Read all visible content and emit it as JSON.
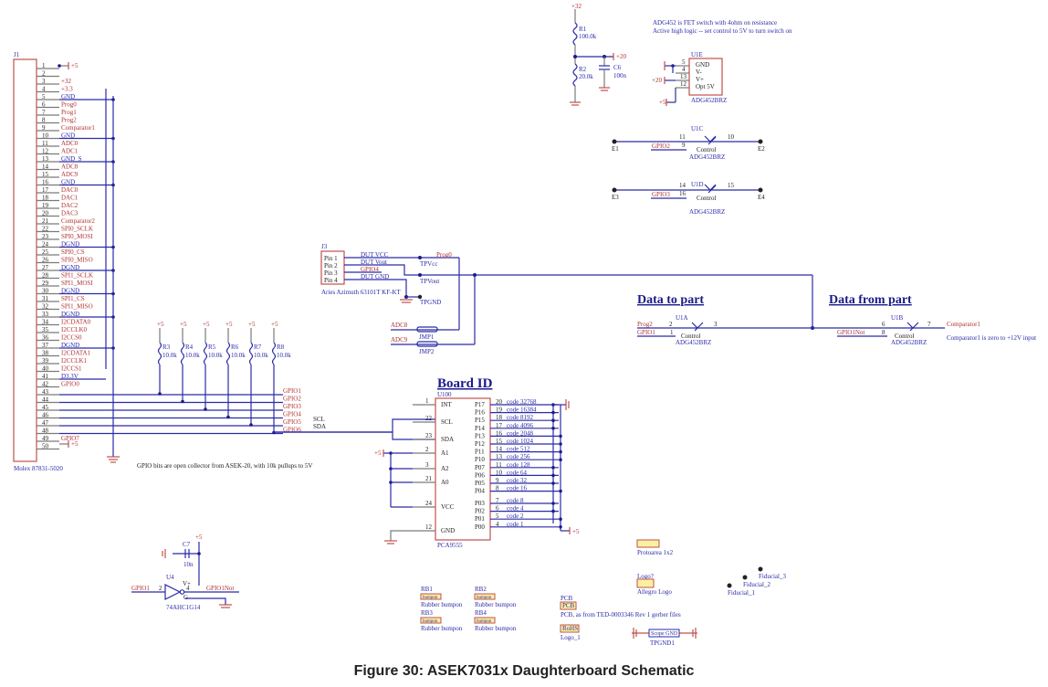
{
  "connector_j": {
    "ref": "J1",
    "part": "Molex 87831-5020",
    "pins": [
      {
        "n": "1",
        "net": ""
      },
      {
        "n": "2",
        "net": ""
      },
      {
        "n": "3",
        "net": "+32"
      },
      {
        "n": "4",
        "net": "+3.3"
      },
      {
        "n": "5",
        "net": "GND"
      },
      {
        "n": "6",
        "net": "Prog0"
      },
      {
        "n": "7",
        "net": "Prog1"
      },
      {
        "n": "8",
        "net": "Prog2"
      },
      {
        "n": "9",
        "net": "Comparator1"
      },
      {
        "n": "10",
        "net": "GND"
      },
      {
        "n": "11",
        "net": "ADC0"
      },
      {
        "n": "12",
        "net": "ADC1"
      },
      {
        "n": "13",
        "net": "GND_S"
      },
      {
        "n": "14",
        "net": "ADC8"
      },
      {
        "n": "15",
        "net": "ADC9"
      },
      {
        "n": "16",
        "net": "GND"
      },
      {
        "n": "17",
        "net": "DAC0"
      },
      {
        "n": "18",
        "net": "DAC1"
      },
      {
        "n": "19",
        "net": "DAC2"
      },
      {
        "n": "20",
        "net": "DAC3"
      },
      {
        "n": "21",
        "net": "Comparator2"
      },
      {
        "n": "22",
        "net": "SPI0_SCLK"
      },
      {
        "n": "23",
        "net": "SPI0_MOSI"
      },
      {
        "n": "24",
        "net": "DGND"
      },
      {
        "n": "25",
        "net": "SPI0_CS"
      },
      {
        "n": "26",
        "net": "SPI0_MISO"
      },
      {
        "n": "27",
        "net": "DGND"
      },
      {
        "n": "28",
        "net": "SPI1_SCLK"
      },
      {
        "n": "29",
        "net": "SPI1_MOSI"
      },
      {
        "n": "30",
        "net": "DGND"
      },
      {
        "n": "31",
        "net": "SPI1_CS"
      },
      {
        "n": "32",
        "net": "SPI1_MISO"
      },
      {
        "n": "33",
        "net": "DGND"
      },
      {
        "n": "34",
        "net": "I2CDATA0"
      },
      {
        "n": "35",
        "net": "I2CCLK0"
      },
      {
        "n": "36",
        "net": "I2CCS0"
      },
      {
        "n": "37",
        "net": "DGND"
      },
      {
        "n": "38",
        "net": "I2CDATA1"
      },
      {
        "n": "39",
        "net": "I2CCLK1"
      },
      {
        "n": "40",
        "net": "I2CCS1"
      },
      {
        "n": "41",
        "net": "D3.3V"
      },
      {
        "n": "42",
        "net": "GPIO0"
      },
      {
        "n": "43",
        "net": ""
      },
      {
        "n": "44",
        "net": ""
      },
      {
        "n": "45",
        "net": ""
      },
      {
        "n": "46",
        "net": ""
      },
      {
        "n": "47",
        "net": ""
      },
      {
        "n": "48",
        "net": ""
      },
      {
        "n": "49",
        "net": "GPIO7"
      },
      {
        "n": "50",
        "net": ""
      }
    ],
    "pin1_power": "+5",
    "pin50_power": "+5"
  },
  "divider": {
    "supply": "+32",
    "r1": {
      "ref": "R1",
      "value": "100.0k"
    },
    "r2": {
      "ref": "R2",
      "value": "20.0k"
    },
    "c6": {
      "ref": "C6",
      "value": "100n"
    },
    "net": "+20"
  },
  "note_adg": [
    "ADG452 is FET switch with 4ohm on resistance",
    "Active high logic -- set control to 5V to turn switch on"
  ],
  "u1e": {
    "ref": "U1E",
    "part": "ADG452BRZ",
    "pins": [
      "GND",
      "V-",
      "V+",
      "Opt 5V"
    ],
    "pin_nums": [
      "5",
      "4",
      "13",
      "12"
    ],
    "left_nets": [
      "",
      "+20",
      "+5"
    ]
  },
  "u1c": {
    "ref": "U1C",
    "part": "ADG452BRZ",
    "left": "E1",
    "right": "E2",
    "pin_a": "11",
    "pin_b": "10",
    "ctrl_pin": "9",
    "ctrl_net": "GPIO2",
    "ctrl_label": "Control"
  },
  "u1d": {
    "ref": "U1D",
    "part": "ADG452BRZ",
    "left": "E3",
    "right": "E4",
    "pin_a": "14",
    "pin_b": "15",
    "ctrl_pin": "16",
    "ctrl_net": "GPIO3",
    "ctrl_label": "Control"
  },
  "j3": {
    "ref": "J3",
    "part": "Aries Azimuth 63101T KF-KT",
    "pins": [
      "Pin 1",
      "Pin 2",
      "Pin 3",
      "Pin 4"
    ],
    "nets": [
      "DUT VCC",
      "DUT Vout",
      "GPIO4",
      "DUT GND"
    ],
    "tp": [
      "TPVcc",
      "TPVout",
      "TPGND"
    ],
    "prog": "Prog0",
    "adc": [
      "ADC8",
      "ADC9"
    ],
    "jumpers": [
      "JMP1",
      "JMP2"
    ]
  },
  "headings": {
    "data_to": "Data to part",
    "data_from": "Data from part",
    "board_id": "Board ID"
  },
  "u1a": {
    "ref": "U1A",
    "part": "ADG452BRZ",
    "in": "Prog2",
    "ctrl_net": "GPIO1",
    "pin_in": "2",
    "pin_ctrl": "1",
    "pin_out": "3",
    "ctrl_label": "Control"
  },
  "u1b": {
    "ref": "U1B",
    "part": "ADG452BRZ",
    "out": "Comparator1",
    "ctrl_net": "GPIO1Not",
    "pin_in": "6",
    "pin_ctrl": "8",
    "pin_out": "7",
    "ctrl_label": "Control",
    "note": "Comparator1 is zero to +12V input"
  },
  "pullups": {
    "supply": "+5",
    "resistors": [
      {
        "ref": "R3",
        "value": "10.0k"
      },
      {
        "ref": "R4",
        "value": "10.0k"
      },
      {
        "ref": "R5",
        "value": "10.0k"
      },
      {
        "ref": "R6",
        "value": "10.0k"
      },
      {
        "ref": "R7",
        "value": "10.0k"
      },
      {
        "ref": "R8",
        "value": "10.0k"
      }
    ],
    "gpio": [
      "GPIO1",
      "GPIO2",
      "GPIO3",
      "GPIO4",
      "GPIO5",
      "GPIO6"
    ],
    "i2c": [
      "SCL",
      "SDA"
    ],
    "note": "GPIO bits are open collector from ASEK-20, with 10k pullups to 5V"
  },
  "u100": {
    "ref": "U100",
    "part": "PCA9555",
    "left": [
      {
        "num": "1",
        "name": "INT"
      },
      {
        "num": "22",
        "name": "SCL"
      },
      {
        "num": "23",
        "name": "SDA"
      },
      {
        "num": "2",
        "name": "A1"
      },
      {
        "num": "3",
        "name": "A2"
      },
      {
        "num": "21",
        "name": "A0"
      },
      {
        "num": "24",
        "name": "VCC"
      },
      {
        "num": "12",
        "name": "GND"
      }
    ],
    "right": [
      {
        "num": "20",
        "name": "P17",
        "code": "code 32768"
      },
      {
        "num": "19",
        "name": "P16",
        "code": "code 16384"
      },
      {
        "num": "18",
        "name": "P15",
        "code": "code 8192"
      },
      {
        "num": "17",
        "name": "P14",
        "code": "code 4096"
      },
      {
        "num": "16",
        "name": "P13",
        "code": "code 2048"
      },
      {
        "num": "15",
        "name": "P12",
        "code": "code 1024"
      },
      {
        "num": "14",
        "name": "P11",
        "code": "code 512"
      },
      {
        "num": "13",
        "name": "P10",
        "code": "code 256"
      },
      {
        "num": "11",
        "name": "P07",
        "code": "code 128"
      },
      {
        "num": "10",
        "name": "P06",
        "code": "code 64"
      },
      {
        "num": "9",
        "name": "P05",
        "code": "code 32"
      },
      {
        "num": "8",
        "name": "P04",
        "code": "code 16"
      },
      {
        "num": "7",
        "name": "P03",
        "code": "code 8"
      },
      {
        "num": "6",
        "name": "P02",
        "code": "code 4"
      },
      {
        "num": "5",
        "name": "P01",
        "code": "code 2"
      },
      {
        "num": "4",
        "name": "P00",
        "code": "code 1"
      }
    ],
    "a_supply": "+5",
    "p_supply": "+5"
  },
  "u4": {
    "ref": "U4",
    "part": "74AHC1G14",
    "in": "GPIO1",
    "out": "GPIO1Not",
    "pin_in": "2",
    "pin_out": "4",
    "vplus": "V+",
    "gnd": "G",
    "c7": {
      "ref": "C7",
      "value": "10n"
    },
    "supply": "+5"
  },
  "misc": {
    "bumpons": [
      {
        "ref": "RB1",
        "tag": "bumpon",
        "desc": "Rubber bumpon"
      },
      {
        "ref": "RB2",
        "tag": "bumpon",
        "desc": "Rubber bumpon"
      },
      {
        "ref": "RB3",
        "tag": "bumpon",
        "desc": "Rubber bumpon"
      },
      {
        "ref": "RB4",
        "tag": "bumpon",
        "desc": "Rubber bumpon"
      }
    ],
    "pcb": {
      "ref": "PCB",
      "tag": "PCB",
      "desc": "PCB, as from TED-0003346 Rev 1 gerber files"
    },
    "rohs": {
      "tag": "RoHS",
      "desc": "Logo_1"
    },
    "protoarea": "Protoarea 1x2",
    "logo": {
      "ref": "Logo?",
      "desc": "Allegro Logo"
    },
    "scope": {
      "tag": "Scope GND",
      "ref": "TPGND1"
    },
    "fiducials": [
      "Fiducial_1",
      "Fiducial_2",
      "Fiducial_3"
    ]
  },
  "caption": "Figure 30: ASEK7031x Daughterboard Schematic"
}
